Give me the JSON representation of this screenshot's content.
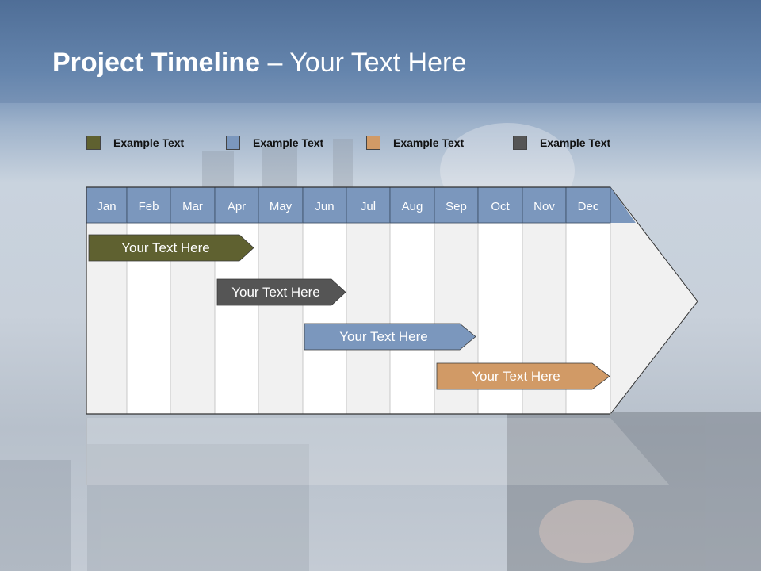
{
  "title": {
    "bold": "Project Timeline",
    "rest": " – Your Text Here"
  },
  "legend": [
    {
      "label": "Example Text",
      "color": "#5f6130"
    },
    {
      "label": "Example Text",
      "color": "#7b97bd"
    },
    {
      "label": "Example Text",
      "color": "#d19a66"
    },
    {
      "label": "Example Text",
      "color": "#555555"
    }
  ],
  "months": [
    "Jan",
    "Feb",
    "Mar",
    "Apr",
    "May",
    "Jun",
    "Jul",
    "Aug",
    "Sep",
    "Oct",
    "Nov",
    "Dec"
  ],
  "bars": [
    {
      "label": "Your  Text Here",
      "color": "#5f6130"
    },
    {
      "label": "Your  Text Here",
      "color": "#555555"
    },
    {
      "label": "Your  Text Here",
      "color": "#7b97bd"
    },
    {
      "label": "Your  Text Here",
      "color": "#d19a66"
    }
  ],
  "colors": {
    "header_row": "#7b97bd",
    "column_light": "#f1f1f1",
    "column_white": "#ffffff"
  }
}
